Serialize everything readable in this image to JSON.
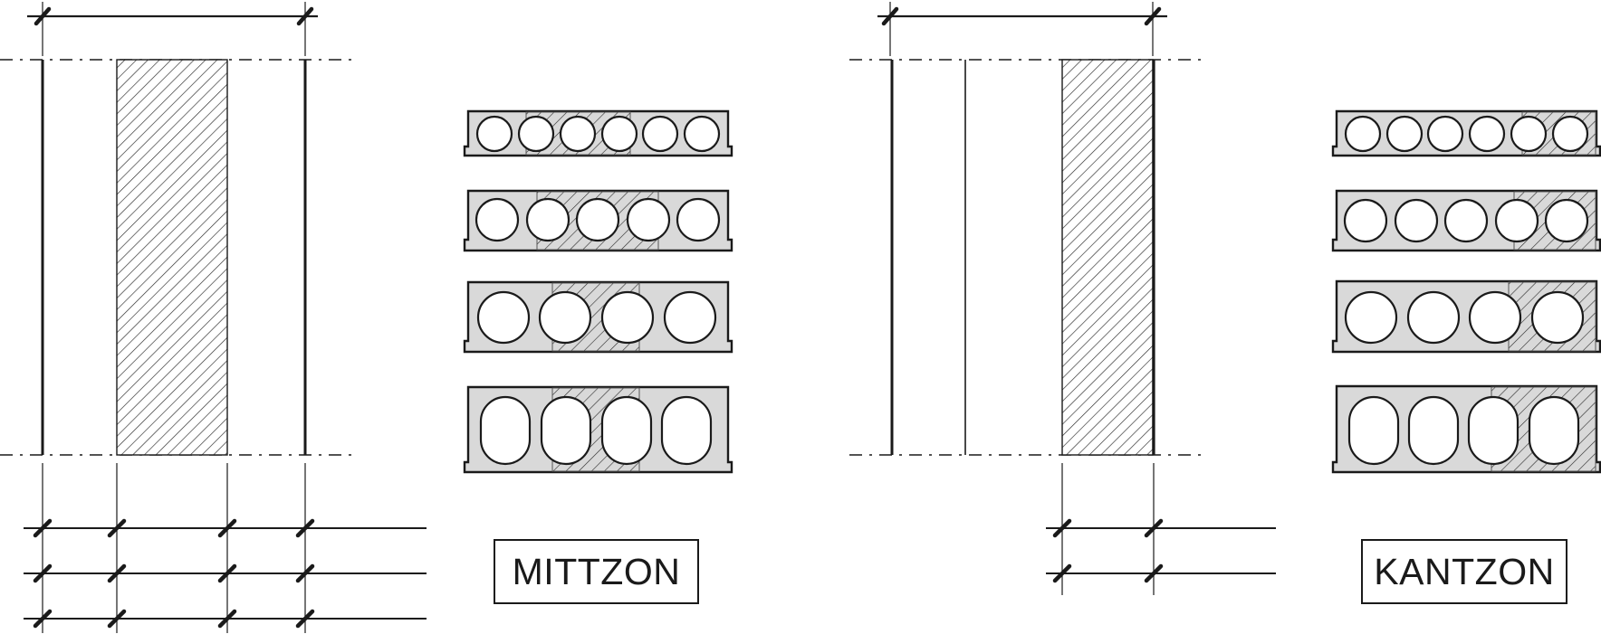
{
  "labels": {
    "middle_zone": "MITTZON",
    "edge_zone": "KANTZON"
  },
  "colors": {
    "line": "#1a1a1a",
    "slab_fill": "#d9d9d9",
    "hatch": "#2a2a2a",
    "background": "#ffffff"
  },
  "panels": [
    {
      "name": "middle-zone",
      "label_key": "labels.middle_zone",
      "slabs": [
        {
          "hole_type": "circle",
          "holes": 6,
          "hatch_region": "center"
        },
        {
          "hole_type": "circle",
          "holes": 5,
          "hatch_region": "center"
        },
        {
          "hole_type": "circle",
          "holes": 4,
          "hatch_region": "center"
        },
        {
          "hole_type": "oval",
          "holes": 4,
          "hatch_region": "center"
        }
      ],
      "dimension_rows": 3
    },
    {
      "name": "edge-zone",
      "label_key": "labels.edge_zone",
      "slabs": [
        {
          "hole_type": "circle",
          "holes": 6,
          "hatch_region": "right-edge"
        },
        {
          "hole_type": "circle",
          "holes": 5,
          "hatch_region": "right-edge"
        },
        {
          "hole_type": "circle",
          "holes": 4,
          "hatch_region": "right-edge"
        },
        {
          "hole_type": "oval",
          "holes": 4,
          "hatch_region": "right-edge"
        }
      ],
      "dimension_rows": 2
    }
  ]
}
